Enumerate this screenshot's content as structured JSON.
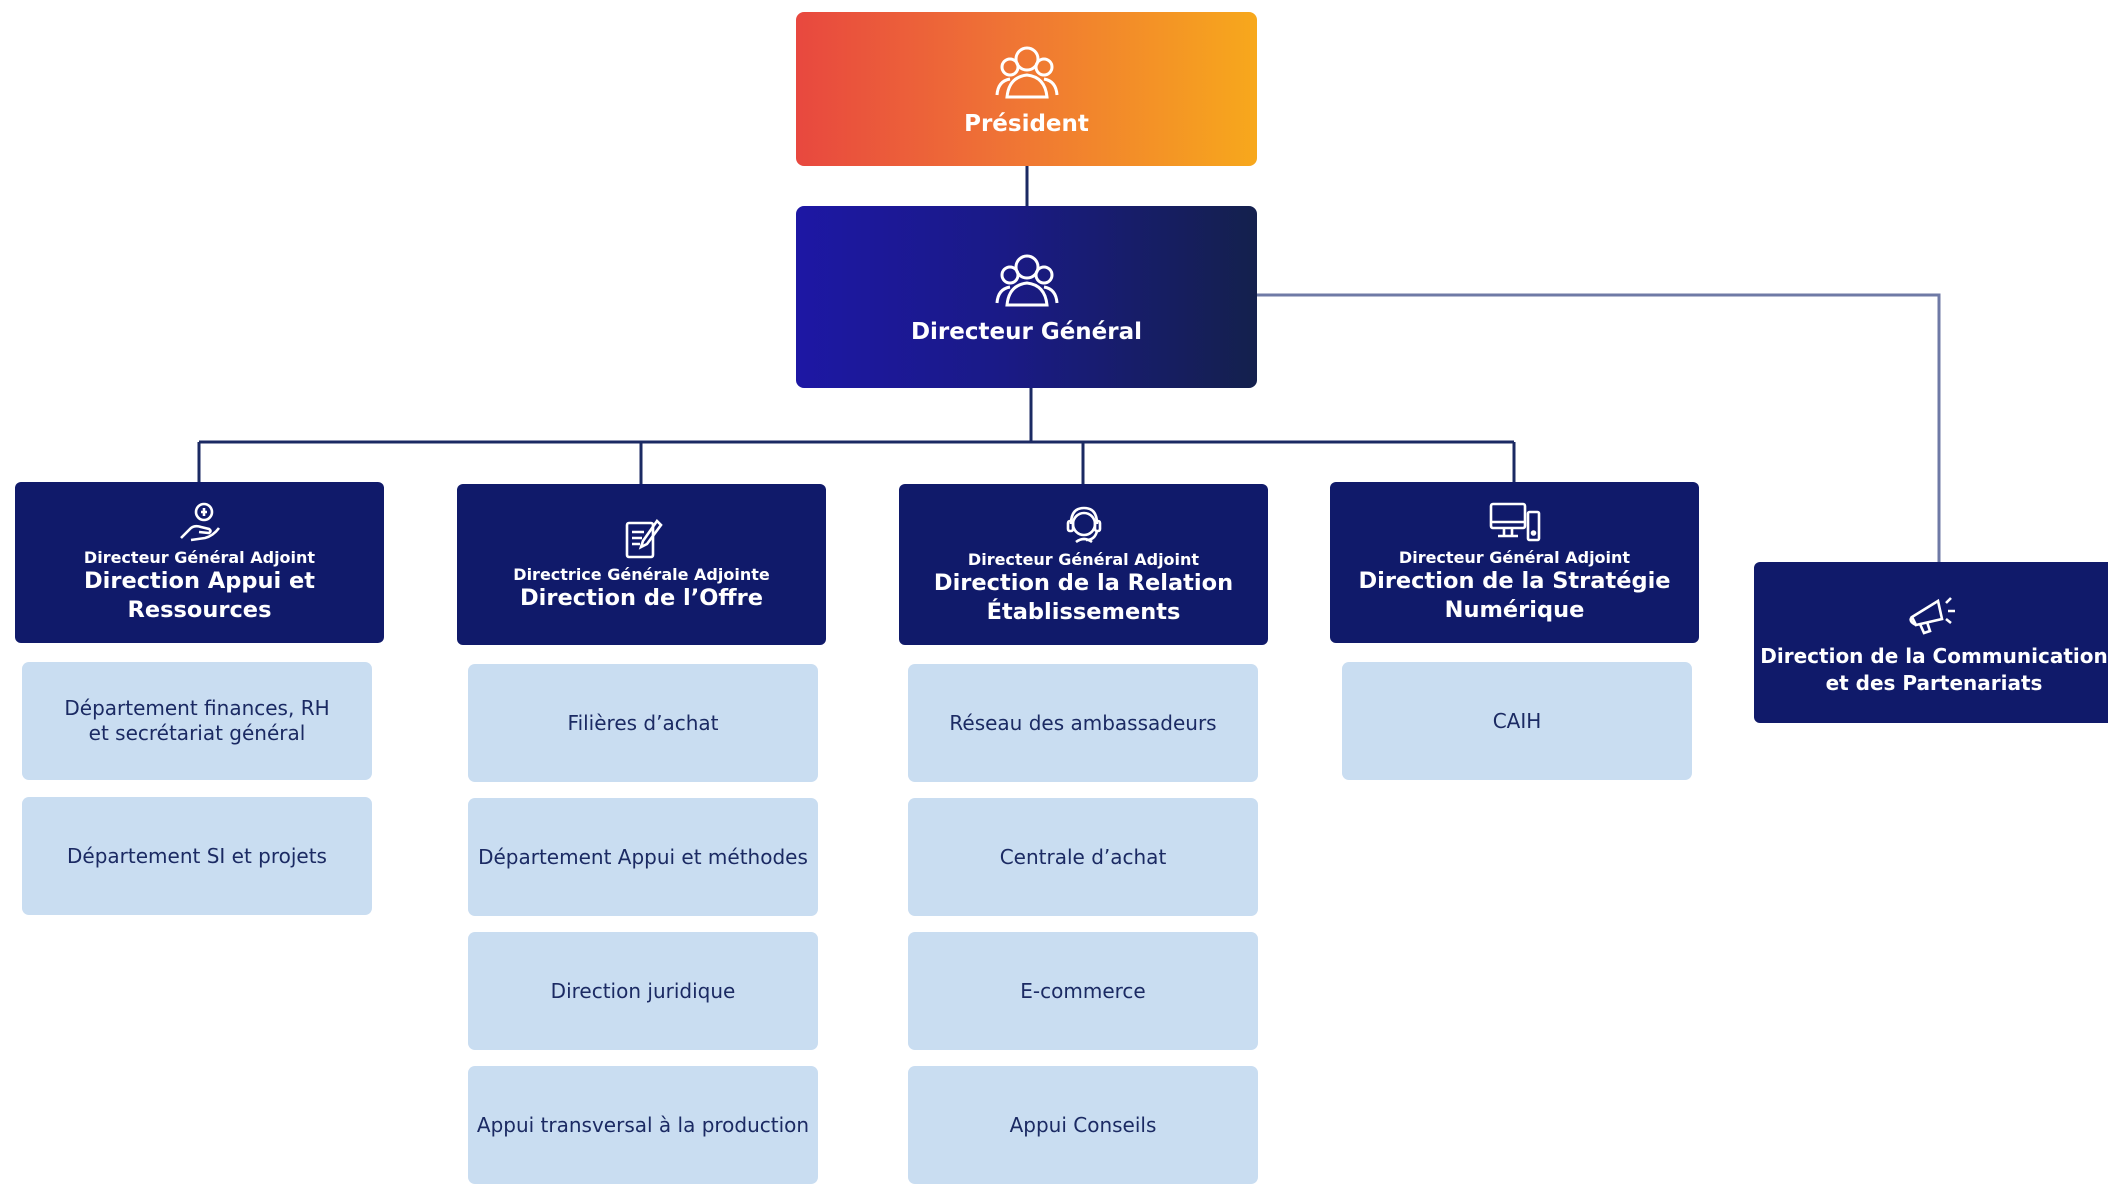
{
  "president": {
    "label": "Président",
    "icon": "group-icon"
  },
  "directeur_general": {
    "label": "Directeur Général",
    "icon": "group-icon"
  },
  "deputies": [
    {
      "icon": "hand-coins-icon",
      "role": "Directeur Général Adjoint",
      "direction": "Direction Appui et Ressources",
      "departments": [
        "Département finances, RH et secrétariat général",
        "Département SI et projets"
      ]
    },
    {
      "icon": "document-pen-icon",
      "role": "Directrice Générale Adjointe",
      "direction": "Direction de l’Offre",
      "departments": [
        "Filières d’achat",
        "Département Appui et méthodes",
        "Direction juridique",
        "Appui transversal à la production"
      ]
    },
    {
      "icon": "headset-icon",
      "role": "Directeur Général Adjoint",
      "direction": "Direction de la Relation Établissements",
      "departments": [
        "Réseau des ambassadeurs",
        "Centrale d’achat",
        "E-commerce",
        "Appui Conseils"
      ]
    },
    {
      "icon": "computer-icon",
      "role": "Directeur Général Adjoint",
      "direction": "Direction de la Stratégie Numérique",
      "departments": [
        "CAIH"
      ]
    }
  ],
  "communication": {
    "icon": "megaphone-icon",
    "direction": "Direction de la Communication et des Partenariats"
  },
  "colors": {
    "navy": "#101a6a",
    "light_blue": "#c9ddf1",
    "connector": "#1b2a63"
  }
}
